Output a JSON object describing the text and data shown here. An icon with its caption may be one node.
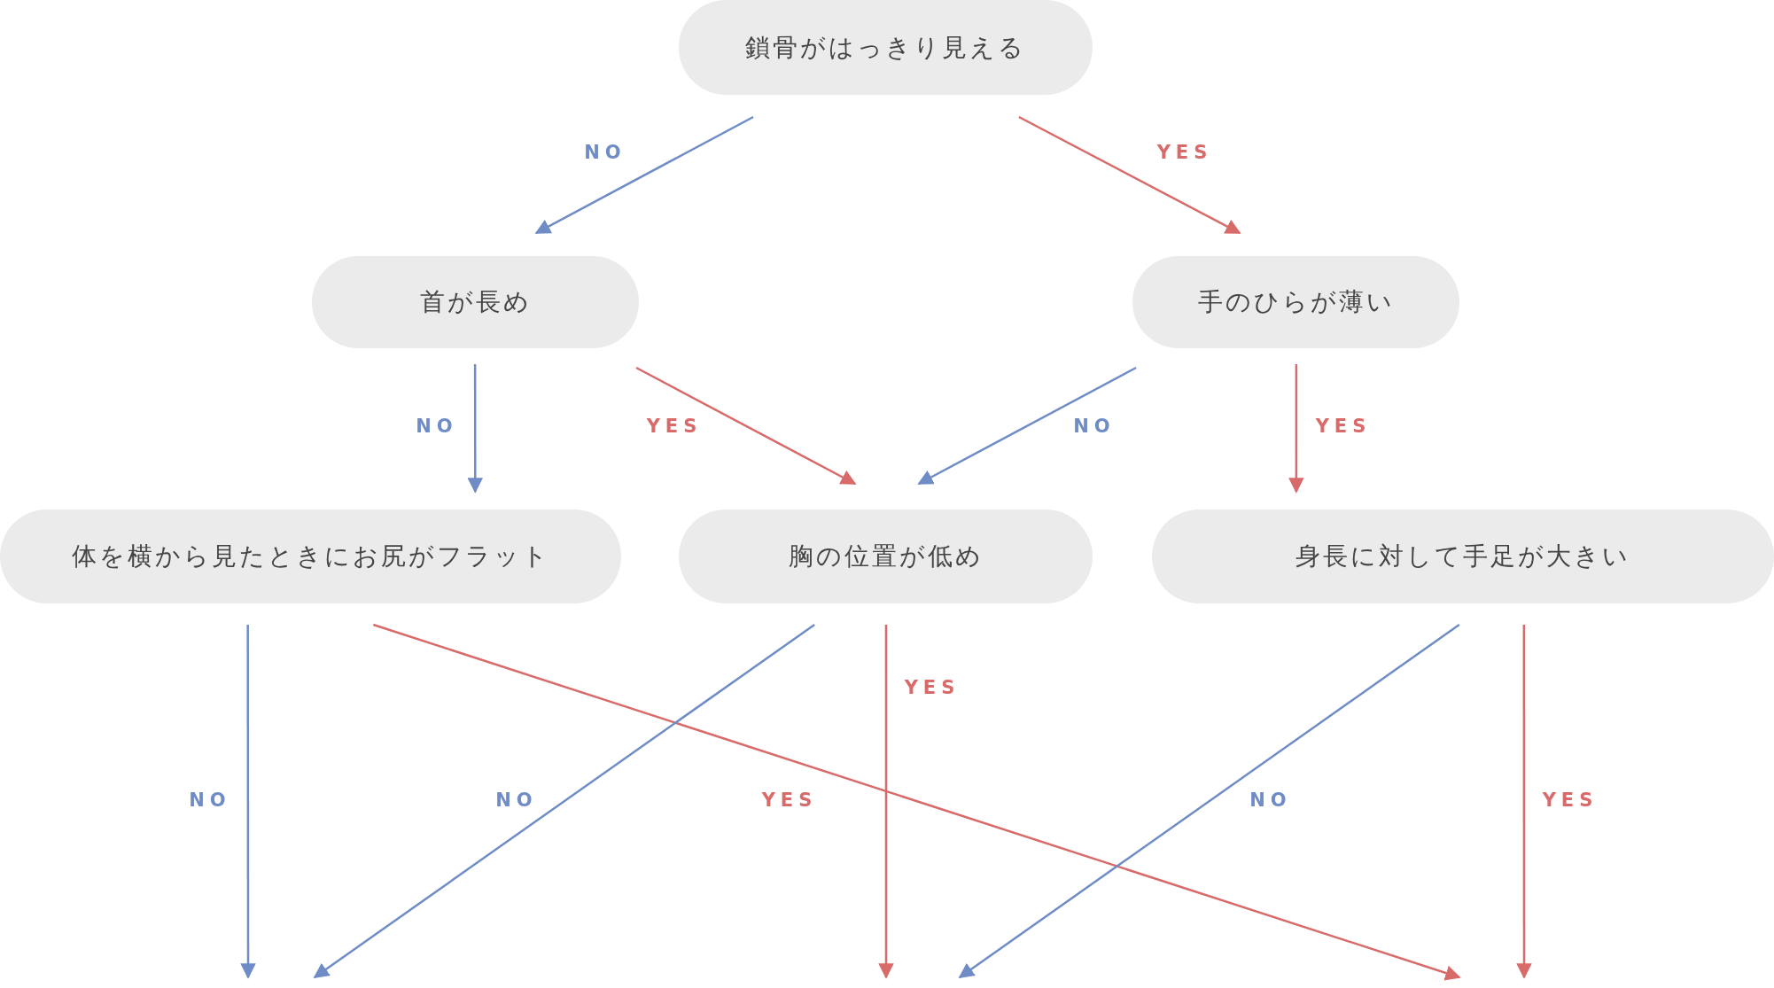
{
  "diagram": {
    "nodes": [
      {
        "text": [
          "鎖骨がはっきり見える"
        ]
      },
      {
        "text": [
          "首が長め"
        ]
      },
      {
        "text": [
          "手のひらが薄い"
        ]
      },
      {
        "text": [
          "体を横から見たときにお尻がフラット"
        ]
      },
      {
        "text": [
          "胸の位置が低め"
        ]
      },
      {
        "text": [
          "身長に対して手足が大きい"
        ]
      }
    ],
    "edges": [
      {
        "from": 0,
        "to": 1,
        "arrow": "to",
        "label": "NO",
        "color": "#6f8cc6"
      },
      {
        "from": 0,
        "to": 2,
        "arrow": "to",
        "label": "YES",
        "color": "#d96a6a"
      },
      {
        "from": 1,
        "to": 3,
        "arrow": "to",
        "label": "NO",
        "color": "#6f8cc6"
      },
      {
        "from": 1,
        "to": 4,
        "arrow": "to",
        "label": "YES",
        "color": "#d96a6a"
      },
      {
        "from": 2,
        "to": 4,
        "arrow": "to",
        "label": "NO",
        "color": "#6f8cc6"
      },
      {
        "from": 2,
        "to": 5,
        "arrow": "to",
        "label": "YES",
        "color": "#d96a6a"
      },
      {
        "from": 3,
        "to": null,
        "arrow": "to",
        "label": "NO",
        "color": "#6f8cc6"
      },
      {
        "from": 3,
        "to": null,
        "arrow": "to",
        "label": "YES",
        "color": "#d96a6a"
      },
      {
        "from": 4,
        "to": null,
        "arrow": "to",
        "label": "NO",
        "color": "#6f8cc6"
      },
      {
        "from": 4,
        "to": null,
        "arrow": "to",
        "label": "YES",
        "color": "#d96a6a"
      },
      {
        "from": 5,
        "to": null,
        "arrow": "to",
        "label": "NO",
        "color": "#6f8cc6"
      },
      {
        "from": 5,
        "to": null,
        "arrow": "to",
        "label": "YES",
        "color": "#d96a6a"
      }
    ]
  }
}
